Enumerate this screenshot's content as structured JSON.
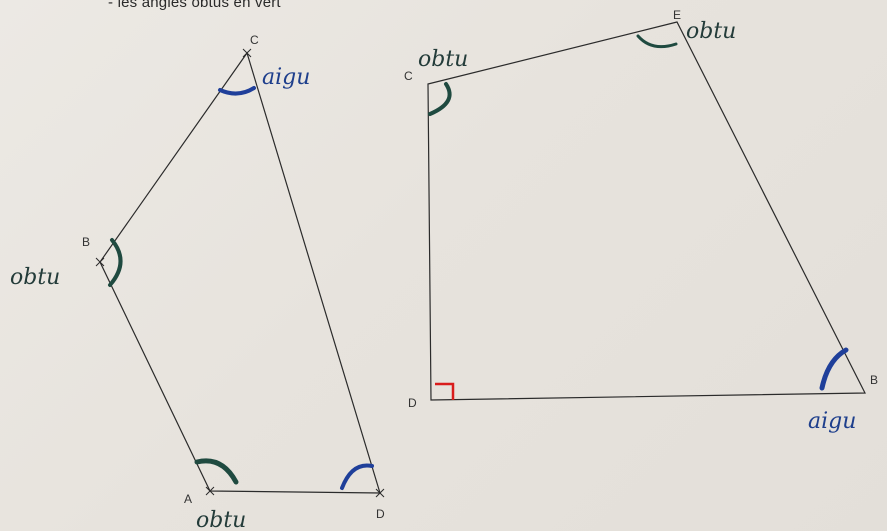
{
  "header": {
    "text": "- les angles obtus en vert"
  },
  "figure_left": {
    "vertices": {
      "C": "C",
      "B": "B",
      "A": "A",
      "D": "D"
    },
    "annotations": {
      "C": "aigu",
      "B": "obtu",
      "A": "obtu"
    }
  },
  "figure_right": {
    "vertices": {
      "E": "E",
      "C": "C",
      "D": "D",
      "B": "B"
    },
    "annotations": {
      "E": "obtu",
      "C": "obtu",
      "B": "aigu"
    }
  },
  "colors": {
    "acute_arc": "#1f3f9a",
    "obtuse_arc": "#1f4a40",
    "right_angle": "#d91c1c",
    "line": "#2b2b2b"
  }
}
